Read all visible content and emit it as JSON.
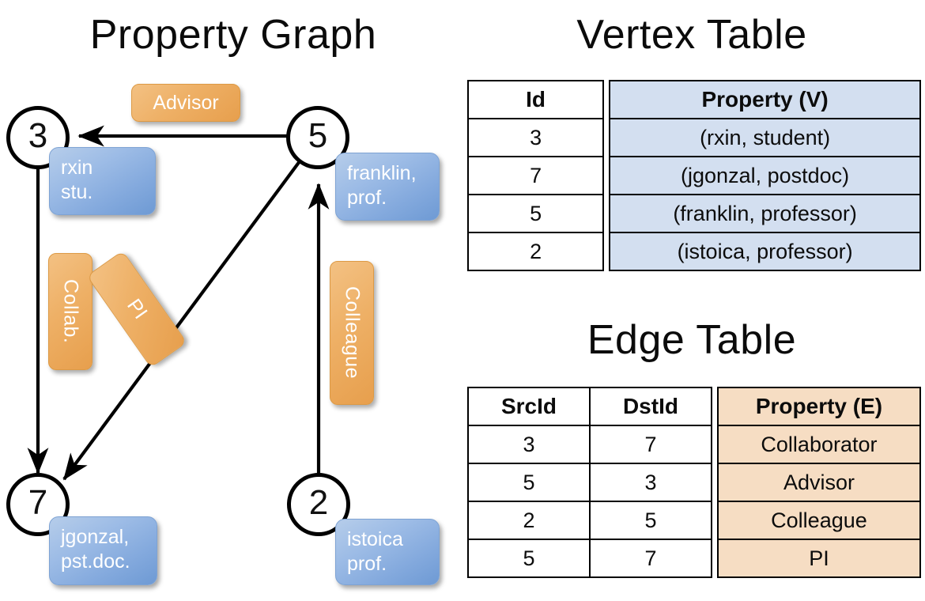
{
  "titles": {
    "property_graph": "Property Graph",
    "vertex_table": "Vertex Table",
    "edge_table": "Edge Table"
  },
  "colors": {
    "vertex_property_fill": "#d3dff0",
    "edge_property_fill": "#f6ddc3",
    "node_box_blue": "#8cb0e0",
    "edge_label_orange": "#eba95c",
    "stroke": "#000000"
  },
  "graph": {
    "nodes": [
      {
        "id": "3",
        "label_line1": "rxin",
        "label_line2": "stu."
      },
      {
        "id": "5",
        "label_line1": "franklin,",
        "label_line2": "prof."
      },
      {
        "id": "7",
        "label_line1": "jgonzal,",
        "label_line2": "pst.doc."
      },
      {
        "id": "2",
        "label_line1": "istoica",
        "label_line2": "prof."
      }
    ],
    "edge_labels": [
      {
        "name": "advisor",
        "text": "Advisor",
        "orientation": "horizontal"
      },
      {
        "name": "collab",
        "text": "Collab.",
        "orientation": "vertical"
      },
      {
        "name": "pi",
        "text": "PI",
        "orientation": "rotated"
      },
      {
        "name": "colleague",
        "text": "Colleague",
        "orientation": "vertical"
      }
    ]
  },
  "vertex_table": {
    "headers": [
      "Id",
      "Property (V)"
    ],
    "rows": [
      {
        "id": "3",
        "property": "(rxin, student)"
      },
      {
        "id": "7",
        "property": "(jgonzal, postdoc)"
      },
      {
        "id": "5",
        "property": "(franklin, professor)"
      },
      {
        "id": "2",
        "property": "(istoica, professor)"
      }
    ]
  },
  "edge_table": {
    "headers": [
      "SrcId",
      "DstId",
      "Property (E)"
    ],
    "rows": [
      {
        "src": "3",
        "dst": "7",
        "property": "Collaborator"
      },
      {
        "src": "5",
        "dst": "3",
        "property": "Advisor"
      },
      {
        "src": "2",
        "dst": "5",
        "property": "Colleague"
      },
      {
        "src": "5",
        "dst": "7",
        "property": "PI"
      }
    ]
  }
}
